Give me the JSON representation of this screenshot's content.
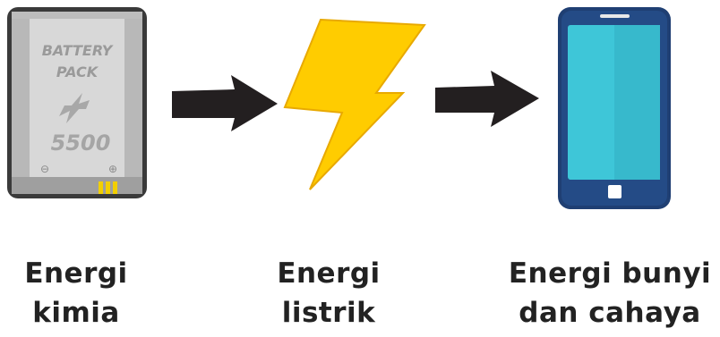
{
  "battery": {
    "line1": "BATTERY",
    "line2": "PACK",
    "capacity": "5500",
    "minus_symbol": "⊖",
    "plus_symbol": "⊕"
  },
  "captions": {
    "chemical": {
      "line1": "Energi",
      "line2": "kimia"
    },
    "electrical": {
      "line1": "Energi",
      "line2": "listrik"
    },
    "sound_light": {
      "line1": "Energi bunyi",
      "line2": "dan cahaya"
    }
  },
  "colors": {
    "arrow": "#231f20",
    "lightning": "#ffcc00",
    "battery_body": "#c9c9c9",
    "battery_contacts": "#f2cf00",
    "phone_body": "#1f3f73",
    "phone_screen": "#3ec6d8"
  }
}
